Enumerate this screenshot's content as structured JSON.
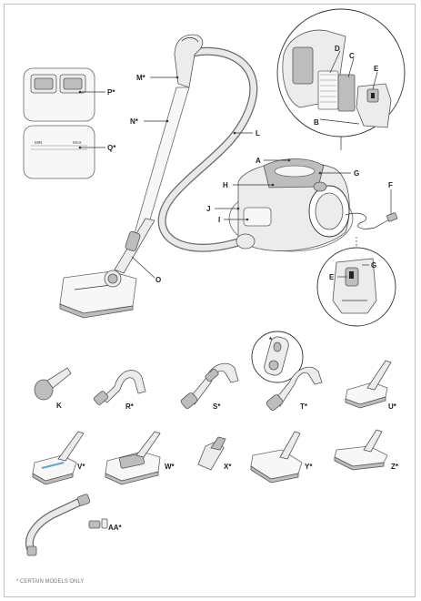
{
  "callouts": {
    "P": "P*",
    "Q": "Q*",
    "M": "M*",
    "N": "N*",
    "L": "L",
    "A": "A",
    "G": "G",
    "H": "H",
    "J": "J",
    "I": "I",
    "F": "F",
    "O": "O",
    "D": "D",
    "C": "C",
    "E": "E",
    "B": "B",
    "E2": "E",
    "G2": "G",
    "star": "*"
  },
  "display_q": {
    "min": "MIN",
    "max": "MAX"
  },
  "accessories": [
    {
      "id": "K",
      "label": "K"
    },
    {
      "id": "R",
      "label": "R*"
    },
    {
      "id": "S",
      "label": "S*"
    },
    {
      "id": "T",
      "label": "T*"
    },
    {
      "id": "U",
      "label": "U*"
    },
    {
      "id": "V",
      "label": "V*"
    },
    {
      "id": "W",
      "label": "W*"
    },
    {
      "id": "X",
      "label": "X*"
    },
    {
      "id": "Y",
      "label": "Y*"
    },
    {
      "id": "Z",
      "label": "Z*"
    },
    {
      "id": "AA",
      "label": "AA*"
    }
  ],
  "footnote": "* CERTAIN MODELS ONLY"
}
